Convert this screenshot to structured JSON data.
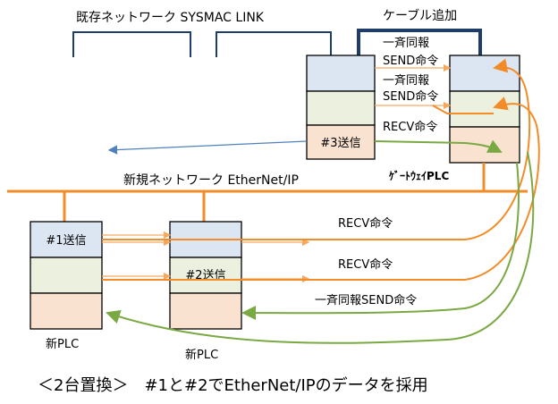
{
  "labels": {
    "legacy_network": "既存ネットワーク  SYSMAC LINK",
    "cable_added": "ケーブル追加",
    "new_network": "新規ネットワーク  EtherNet/IP",
    "gateway_plc": "ｹﾞｰﾄｳｪｲPLC",
    "new_plc_left": "新PLC",
    "new_plc_right": "新PLC",
    "footer": "＜2台置換＞　#1と#2でEtherNet/IPのデータを採用"
  },
  "blocks": {
    "gateway_send": "#3送信",
    "plc1_send": "#1送信",
    "plc2_send": "#2送信"
  },
  "flows": {
    "broadcast_send_1_line1": "一斉同報",
    "broadcast_send_1_line2": "SEND命令",
    "broadcast_send_2_line1": "一斉同報",
    "broadcast_send_2_line2": "SEND命令",
    "recv_gateway": "RECV命令",
    "recv_1": "RECV命令",
    "recv_2": "RECV命令",
    "broadcast_send_bottom": "一斉同報SEND命令"
  },
  "colors": {
    "orange": "#f28c28",
    "green": "#7aa843",
    "blue_line": "#4f81bd",
    "navy": "#1f3d6b",
    "blue_fill": "#dce6f2",
    "green_fill": "#ebf1de",
    "peach_fill": "#f9e2d0"
  }
}
